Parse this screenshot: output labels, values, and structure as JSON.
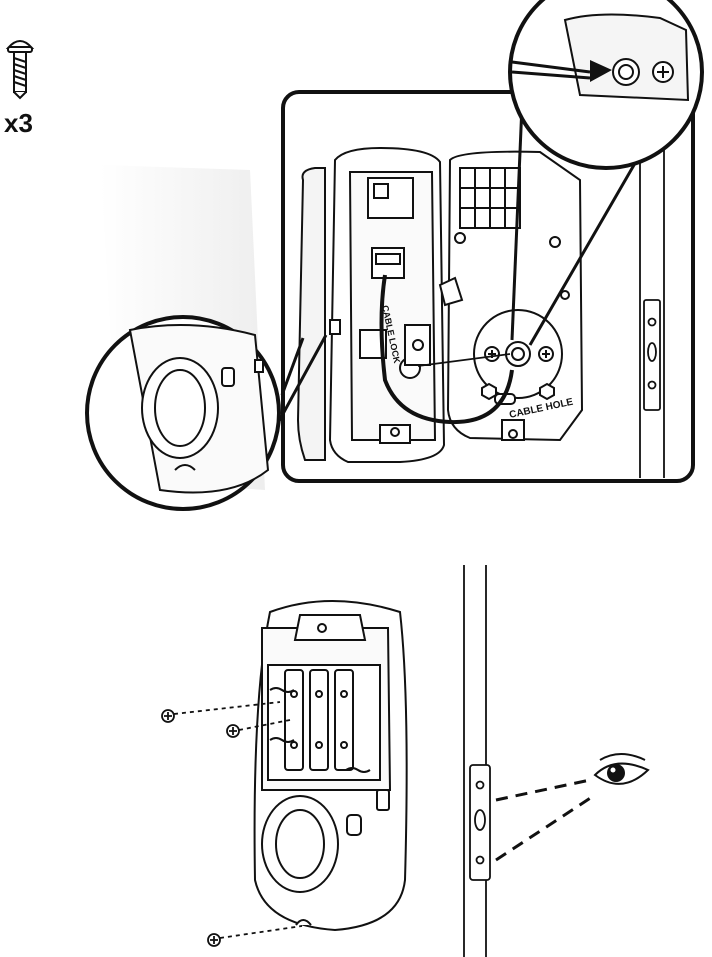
{
  "screw_callout": {
    "quantity": "x3"
  },
  "cable_lock_label": "CABLE LOCK",
  "cable_hole_label": "CABLE HOLE",
  "colors": {
    "ink": "#111111",
    "paper": "#ffffff",
    "shade": "#e6e6e6"
  },
  "icons": [
    "screw-icon",
    "eye-icon",
    "screwdriver-icon"
  ]
}
